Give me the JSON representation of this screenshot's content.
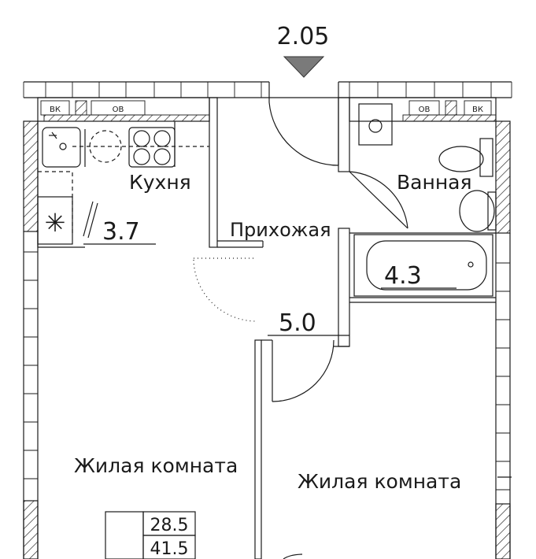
{
  "plan": {
    "ceiling_height": "2.05",
    "rooms": {
      "kitchen": {
        "name": "Кухня",
        "area": "3.7"
      },
      "bathroom": {
        "name": "Ванная",
        "area": "4.3"
      },
      "hallway": {
        "name": "Прихожая",
        "area": "5.0"
      },
      "living_left": {
        "name": "Жилая комната"
      },
      "living_right": {
        "name": "Жилая комната"
      }
    },
    "legend": {
      "area_living": "28.5",
      "area_total": "41.5"
    },
    "fixtures": {
      "vk": "ВК",
      "ov": "ОВ"
    }
  }
}
